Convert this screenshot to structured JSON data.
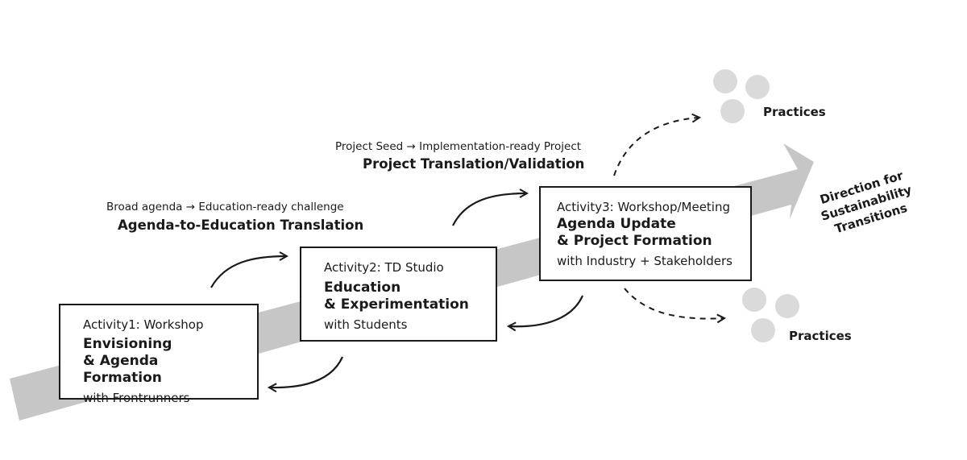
{
  "boxes": [
    {
      "activity": "Activity1: Workshop",
      "title_line1": "Envisioning",
      "title_line2": "& Agenda Formation",
      "with": "with Frontrunners"
    },
    {
      "activity": "Activity2: TD Studio",
      "title_line1": "Education",
      "title_line2": "& Experimentation",
      "with": "with Students"
    },
    {
      "activity": "Activity3: Workshop/Meeting",
      "title_line1": "Agenda Update",
      "title_line2": "& Project Formation",
      "with": "with Industry + Stakeholders"
    }
  ],
  "translations": [
    {
      "sub": "Broad agenda → Education-ready challenge",
      "title": "Agenda-to-Education Translation"
    },
    {
      "sub": "Project Seed → Implementation-ready Project",
      "title": "Project Translation/Validation"
    }
  ],
  "direction": {
    "line1": "Direction for",
    "line2": "Sustainability",
    "line3": "Transitions"
  },
  "practices": [
    {
      "label": "Practices"
    },
    {
      "label": "Practices"
    }
  ],
  "colors": {
    "main_arrow": "#c6c6c6",
    "circles": "#dadada",
    "lines": "#1a1a1a"
  }
}
